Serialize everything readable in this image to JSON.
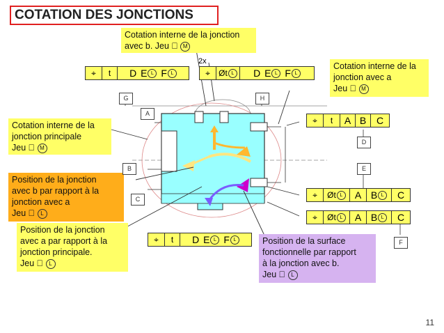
{
  "title": "COTATION DES JONCTIONS",
  "page_number": "11",
  "multiplier": "2x",
  "notes": {
    "b_internal": [
      "Cotation interne de la jonction",
      "avec b. Jeu \u0000"
    ],
    "b_internal_mod": "M",
    "a_internal": [
      "Cotation interne de la",
      "jonction avec a",
      "Jeu \u0000"
    ],
    "a_internal_mod": "M",
    "principal": [
      "Cotation interne de la",
      "jonction principale",
      "Jeu \u0000"
    ],
    "principal_mod": "M",
    "pos_b": [
      "Position de la jonction",
      "avec b par rapport à la",
      "jonction avec a",
      "Jeu \u0000"
    ],
    "pos_b_mod": "L",
    "pos_a": [
      "Position de la jonction",
      "avec  a par rapport à la",
      "jonction principale.",
      "Jeu \u0000"
    ],
    "pos_a_mod": "L",
    "surface": [
      "Position de la surface",
      "fonctionnelle par rapport",
      "à la jonction avec b.",
      "Jeu \u0000"
    ],
    "surface_mod": "L"
  },
  "datums": [
    "G",
    "H",
    "A",
    "B",
    "C",
    "D",
    "E",
    "F"
  ],
  "frames": {
    "f1": {
      "tol": "t",
      "refs": [
        "D",
        "E",
        "F"
      ],
      "mods": [
        "L",
        "L"
      ]
    },
    "f2": {
      "tol": "Øt",
      "refs": [
        "D",
        "E",
        "F"
      ],
      "mods": [
        "L",
        "L",
        "L"
      ]
    },
    "f3": {
      "tol": "t",
      "refs": [
        "A",
        "B",
        "C"
      ]
    },
    "f4": {
      "tol": "Øt",
      "refs": [
        "A",
        "B",
        "C"
      ],
      "mods": [
        "L",
        "L"
      ]
    },
    "f5": {
      "tol": "Øt",
      "refs": [
        "A",
        "B",
        "C"
      ],
      "mods": [
        "L",
        "L"
      ]
    },
    "f6": {
      "tol": "t",
      "refs": [
        "D",
        "E",
        "F"
      ],
      "mods": [
        "L",
        "L"
      ]
    }
  },
  "colors": {
    "part": "#99ffff",
    "note_yellow": "#ffff66",
    "note_orange": "#ffad1a",
    "note_violet": "#d6b3f0",
    "accent_red": "#e02020"
  }
}
